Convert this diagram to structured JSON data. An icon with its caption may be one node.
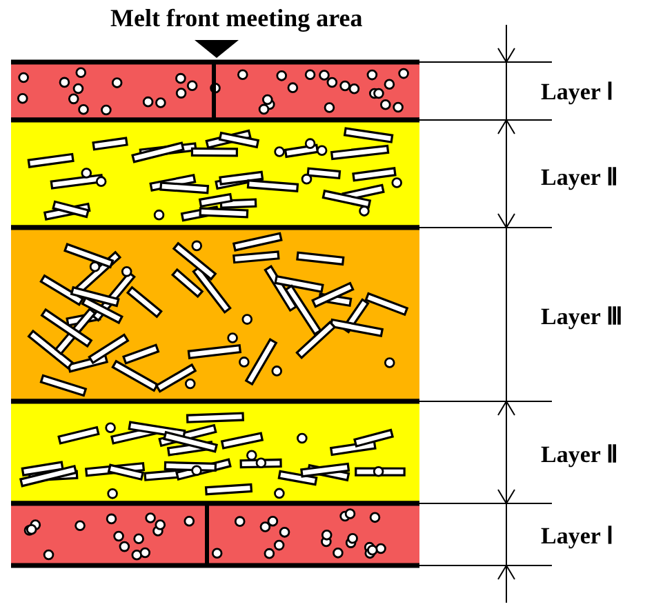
{
  "diagram": {
    "labels": [
      "Melt front meeting area",
      "Layer Ⅰ",
      "Layer Ⅱ",
      "Layer Ⅲ",
      "Layer Ⅱ",
      "Layer Ⅰ"
    ]
  }
}
